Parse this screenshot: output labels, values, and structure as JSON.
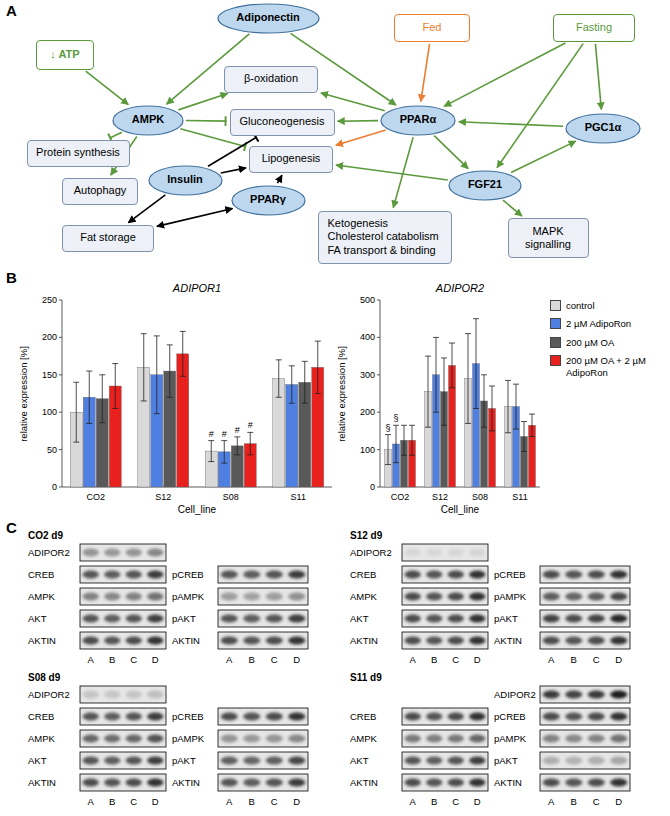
{
  "diagram": {
    "nodes": [
      {
        "text": [
          "Adiponectin"
        ]
      },
      {
        "text": [
          "Fed"
        ]
      },
      {
        "text": [
          "Fasting"
        ]
      },
      {
        "text": [
          "↓ ATP"
        ]
      },
      {
        "text": [
          "β-oxidation"
        ]
      },
      {
        "text": [
          "AMPK"
        ]
      },
      {
        "text": [
          "Gluconeogenesis"
        ]
      },
      {
        "text": [
          "PPARα"
        ]
      },
      {
        "text": [
          "PGC1α"
        ]
      },
      {
        "text": [
          "Protein synthesis"
        ]
      },
      {
        "text": [
          "Lipogenesis"
        ]
      },
      {
        "text": [
          "Autophagy"
        ]
      },
      {
        "text": [
          "Insulin"
        ]
      },
      {
        "text": [
          "FGF21"
        ]
      },
      {
        "text": [
          "PPARγ"
        ]
      },
      {
        "text": [
          "Fat storage"
        ]
      },
      {
        "text": [
          "Ketogenesis Cholesterol catabolism FA transport & binding"
        ]
      },
      {
        "text": [
          "MAPK signalling"
        ]
      }
    ],
    "edges": [
      {
        "from": 0,
        "to": 5,
        "arrow": "to"
      },
      {
        "from": 0,
        "to": 7,
        "arrow": "to"
      },
      {
        "from": 3,
        "to": 5,
        "arrow": "to"
      },
      {
        "from": 5,
        "to": 4,
        "arrow": "to"
      },
      {
        "from": 5,
        "to": 6,
        "arrow": "to"
      },
      {
        "from": 5,
        "to": 9,
        "arrow": "to"
      },
      {
        "from": 5,
        "to": 10,
        "arrow": "to"
      },
      {
        "from": 5,
        "to": 11,
        "arrow": "to"
      },
      {
        "from": 1,
        "to": 7,
        "arrow": "to"
      },
      {
        "from": 2,
        "to": 7,
        "arrow": "to"
      },
      {
        "from": 2,
        "to": 8,
        "arrow": "to"
      },
      {
        "from": 2,
        "to": 13,
        "arrow": "to"
      },
      {
        "from": 7,
        "to": 4,
        "arrow": "to"
      },
      {
        "from": 7,
        "to": 6,
        "arrow": "to"
      },
      {
        "from": 7,
        "to": 10,
        "arrow": "to"
      },
      {
        "from": 8,
        "to": 7,
        "arrow": "to"
      },
      {
        "from": 7,
        "to": 13,
        "arrow": "to"
      },
      {
        "from": 13,
        "to": 8,
        "arrow": "to"
      },
      {
        "from": 13,
        "to": 10,
        "arrow": "to"
      },
      {
        "from": 7,
        "to": 16,
        "arrow": "to"
      },
      {
        "from": 13,
        "to": 17,
        "arrow": "to"
      },
      {
        "from": 12,
        "to": 6,
        "arrow": "to"
      },
      {
        "from": 12,
        "to": 10,
        "arrow": "to"
      },
      {
        "from": 12,
        "to": 15,
        "arrow": "to"
      },
      {
        "from": 14,
        "to": 10,
        "arrow": "to"
      },
      {
        "from": 14,
        "to": 15,
        "arrow": "both"
      }
    ],
    "labels": [
      "A",
      "B",
      "C",
      "ADIPOR1",
      "relative expression [%]",
      "0",
      "50",
      "100",
      "150",
      "200",
      "250",
      "CO2",
      "S12",
      "S08",
      "S11",
      "Cell_line",
      "#",
      "#",
      "#",
      "#",
      "ADIPOR2",
      "relative expression [%]",
      "0",
      "100",
      "200",
      "300",
      "400",
      "500",
      "CO2",
      "S12",
      "S08",
      "S11",
      "Cell_line",
      "§",
      "§",
      "CO2 d9",
      "ADIPOR2",
      "CREB",
      "AMPK",
      "AKT",
      "AKTIN",
      "pCREB",
      "pAMPK",
      "pAKT",
      "AKTIN",
      "A",
      "B",
      "C",
      "D",
      "A",
      "B",
      "C",
      "D",
      "S12 d9",
      "ADIPOR2",
      "CREB",
      "AMPK",
      "AKT",
      "AKTIN",
      "pCREB",
      "pAMPK",
      "pAKT",
      "AKTIN",
      "A",
      "B",
      "C",
      "D",
      "A",
      "B",
      "C",
      "D",
      "S08 d9",
      "ADIPOR2",
      "CREB",
      "AMPK",
      "AKT",
      "AKTIN",
      "pCREB",
      "pAMPK",
      "pAKT",
      "AKTIN",
      "A",
      "B",
      "C",
      "D",
      "A",
      "B",
      "C",
      "D",
      "S11 d9",
      "CREB",
      "AMPK",
      "AKT",
      "AKTIN",
      "ADIPOR2",
      "pCREB",
      "pAMPK",
      "pAKT",
      "AKTIN",
      "A",
      "B",
      "C",
      "D",
      "A",
      "B",
      "C",
      "D"
    ],
    "legend": [
      {
        "text": "control",
        "color": "#d9d9d9"
      },
      {
        "text": "2 µM AdipoRon",
        "color": "#4f7fe0"
      },
      {
        "text": "200 µM OA",
        "color": "#595959"
      },
      {
        "text": "200 µM OA + 2 µM AdipoRon",
        "color": "#e8201e"
      }
    ]
  }
}
